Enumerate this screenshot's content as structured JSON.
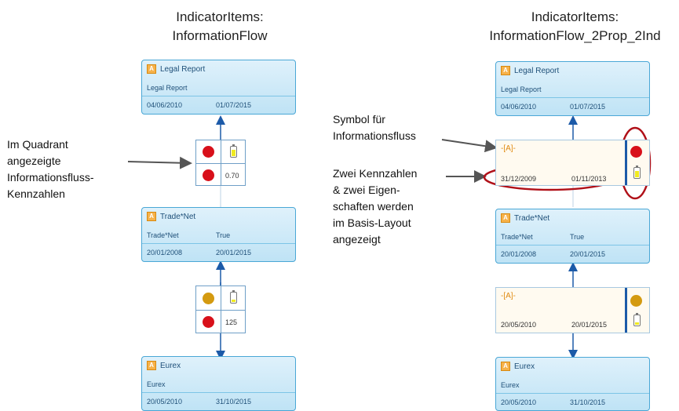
{
  "headings": {
    "left": [
      "IndicatorItems:",
      "InformationFlow"
    ],
    "right": [
      "IndicatorItems:",
      "InformationFlow_2Prop_2Ind"
    ]
  },
  "annotations": {
    "quadrant": [
      "Im Quadrant",
      "angezeigte",
      "Informationsfluss-",
      "Kennzahlen"
    ],
    "symbol": [
      "Symbol für",
      "Informationsfluss"
    ],
    "base_layout": [
      "Zwei Kennzahlen",
      "& zwei Eigen-",
      "schaften werden",
      "im Basis-Layout",
      "angezeigt"
    ]
  },
  "left": {
    "cards": [
      {
        "title": "Legal Report",
        "sub": "Legal Report",
        "sub2": "",
        "date1": "04/06/2010",
        "date2": "01/07/2015"
      },
      {
        "title": "Trade*Net",
        "sub": "Trade*Net",
        "sub2": "True",
        "date1": "20/01/2008",
        "date2": "20/01/2015"
      },
      {
        "title": "Eurex",
        "sub": "Eurex",
        "sub2": "",
        "date1": "20/05/2010",
        "date2": "31/10/2015"
      }
    ],
    "quadrants": [
      {
        "dot1_color": "#d8101a",
        "dot2_color": "#d8101a",
        "value": "0.70"
      },
      {
        "dot1_color": "#d49a10",
        "dot2_color": "#d8101a",
        "value": "125"
      }
    ]
  },
  "right": {
    "cards": [
      {
        "title": "Legal Report",
        "sub": "Legal Report",
        "sub2": "",
        "date1": "04/06/2010",
        "date2": "01/07/2015"
      },
      {
        "title": "Trade*Net",
        "sub": "Trade*Net",
        "sub2": "True",
        "date1": "20/01/2008",
        "date2": "20/01/2015"
      },
      {
        "title": "Eurex",
        "sub": "Eurex",
        "sub2": "",
        "date1": "20/05/2010",
        "date2": "31/10/2015"
      }
    ],
    "flows": [
      {
        "date1": "31/12/2009",
        "date2": "01/11/2013",
        "dot_color": "#d8101a"
      },
      {
        "date1": "20/05/2010",
        "date2": "20/01/2015",
        "dot_color": "#d49a10"
      }
    ]
  },
  "colors": {
    "highlight_ellipse": "#b01018",
    "arrow": "#1c5aa8",
    "card_border": "#4aa7d6"
  },
  "icons": {
    "card_badge": "a-badge-icon",
    "flow_symbol": "information-flow-icon",
    "battery": "battery-icon"
  }
}
